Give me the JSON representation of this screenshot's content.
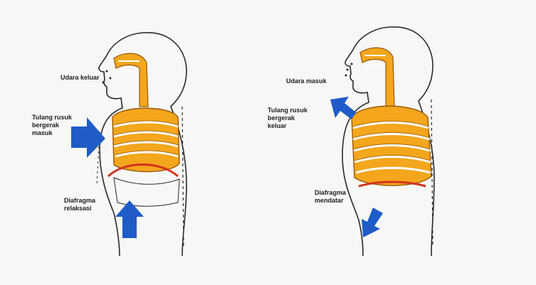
{
  "colors": {
    "lung_orange": "#f4a61d",
    "lung_outline": "#9a5a08",
    "diaphragm_red": "#d2321e",
    "arrow_blue": "#1f5cc8",
    "outline": "#2a2a2a"
  },
  "left_panel": {
    "label_air_out": "Udara keluar",
    "label_chest": "Tulang rusuk\nbergerak\nmasuk",
    "label_diaphragm": "Diafragma\nrelaksasi"
  },
  "right_panel": {
    "label_air_in": "Udara masuk",
    "label_chest": "Tulang rusuk\nbergerak\nkeluar",
    "label_diaphragm": "Diafragma\nmendatar"
  }
}
